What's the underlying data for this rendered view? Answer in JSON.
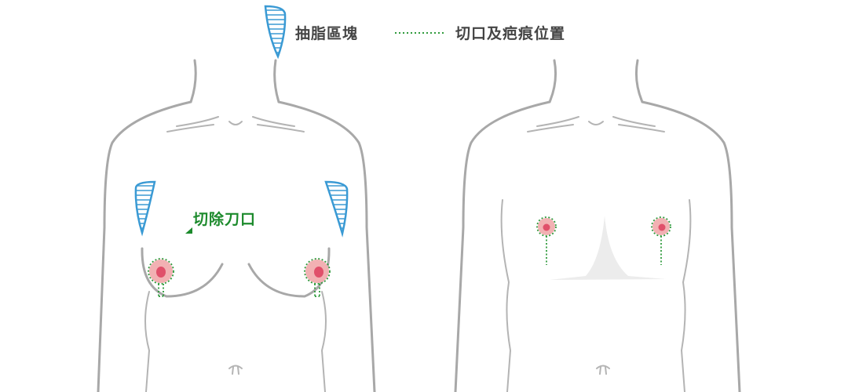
{
  "legend": {
    "liposuction_label": "抽脂區塊",
    "incision_label": "切口及疤痕位置"
  },
  "annotation": {
    "incision_callout": "切除刀口"
  },
  "colors": {
    "liposuction_hatch": "#3a9ad4",
    "incision_dots": "#2f9a3c",
    "callout_text": "#1c8a2c",
    "body_outline": "#a8a8a8",
    "areola": "#f2b1b3",
    "nipple": "#e0506a"
  },
  "icons": {
    "legend_lipo": "hatched-teardrop-icon",
    "legend_incision": "dotted-line-icon",
    "callout_pointer": "triangle-pointer-icon"
  }
}
